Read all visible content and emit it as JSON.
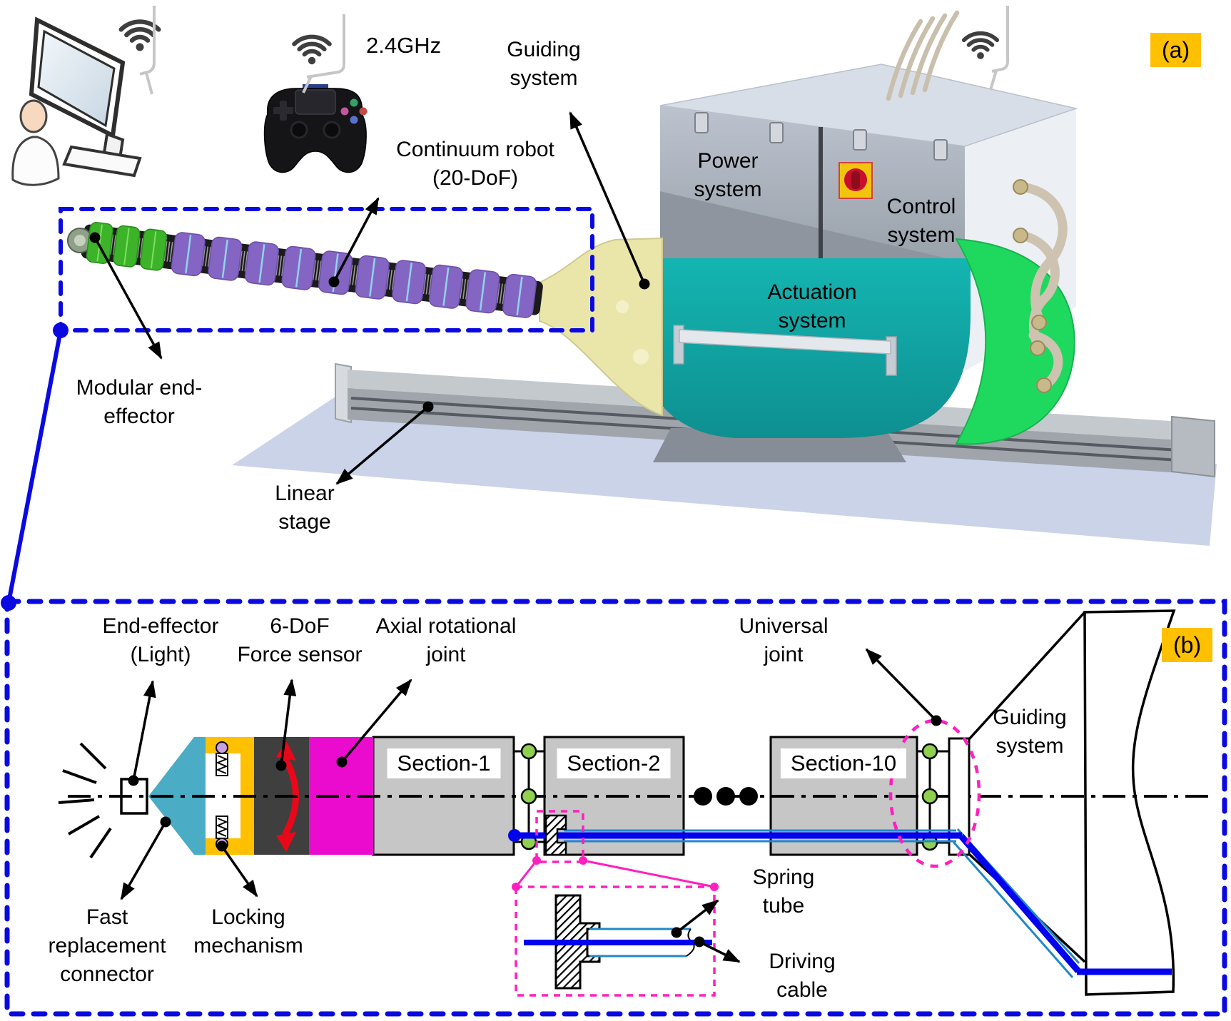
{
  "figure": {
    "panel_a": {
      "badge": "(a)",
      "wireless_frequency": "2.4GHz",
      "labels": {
        "guiding_system": [
          "Guiding",
          "system"
        ],
        "continuum_robot": [
          "Continuum robot",
          "(20-DoF)"
        ],
        "power_system": [
          "Power",
          "system"
        ],
        "control_system": [
          "Control",
          "system"
        ],
        "actuation_system": [
          "Actuation",
          "system"
        ],
        "modular_end_effector": [
          "Modular end-",
          "effector"
        ],
        "linear_stage": [
          "Linear",
          "stage"
        ]
      }
    },
    "panel_b": {
      "badge": "(b)",
      "labels": {
        "end_effector": [
          "End-effector",
          "(Light)"
        ],
        "force_sensor": [
          "6-DoF",
          "Force sensor"
        ],
        "axial_rotational_joint": [
          "Axial rotational",
          "joint"
        ],
        "universal_joint": [
          "Universal",
          "joint"
        ],
        "guiding_system": [
          "Guiding",
          "system"
        ],
        "spring_tube": [
          "Spring",
          "tube"
        ],
        "driving_cable": [
          "Driving",
          "cable"
        ],
        "fast_replacement_connector": [
          "Fast",
          "replacement",
          "connector"
        ],
        "locking_mechanism": [
          "Locking",
          "mechanism"
        ]
      },
      "sections": [
        "Section-1",
        "Section-2",
        "Section-10"
      ]
    },
    "icons": {
      "wifi": "wifi-icon",
      "gamepad": "gamepad-icon",
      "monitor": "monitor-icon",
      "operator": "person-icon",
      "emergency_stop": "emergency-stop-icon"
    },
    "colors": {
      "panel_border_blue": "#0A0AE0",
      "badge_orange": "#FFC000",
      "actuation_teal": "#12B1AD",
      "end_cap_green": "#1FD95F",
      "arm_purple": "#8565C4",
      "arm_green": "#3DB32A",
      "schematic_teal": "#4AACC5",
      "schematic_yellow": "#FFC000",
      "force_sensor_gray": "#3F3F3F",
      "axial_joint_magenta": "#EA0BCE",
      "section_gray": "#C6C6C6",
      "joint_green": "#8FD14F",
      "cable_blue": "#0202EE",
      "spring_tube_blue": "#2187C8",
      "callout_magenta": "#FF1FBE",
      "rotation_arrow_red": "#E8081A"
    }
  }
}
